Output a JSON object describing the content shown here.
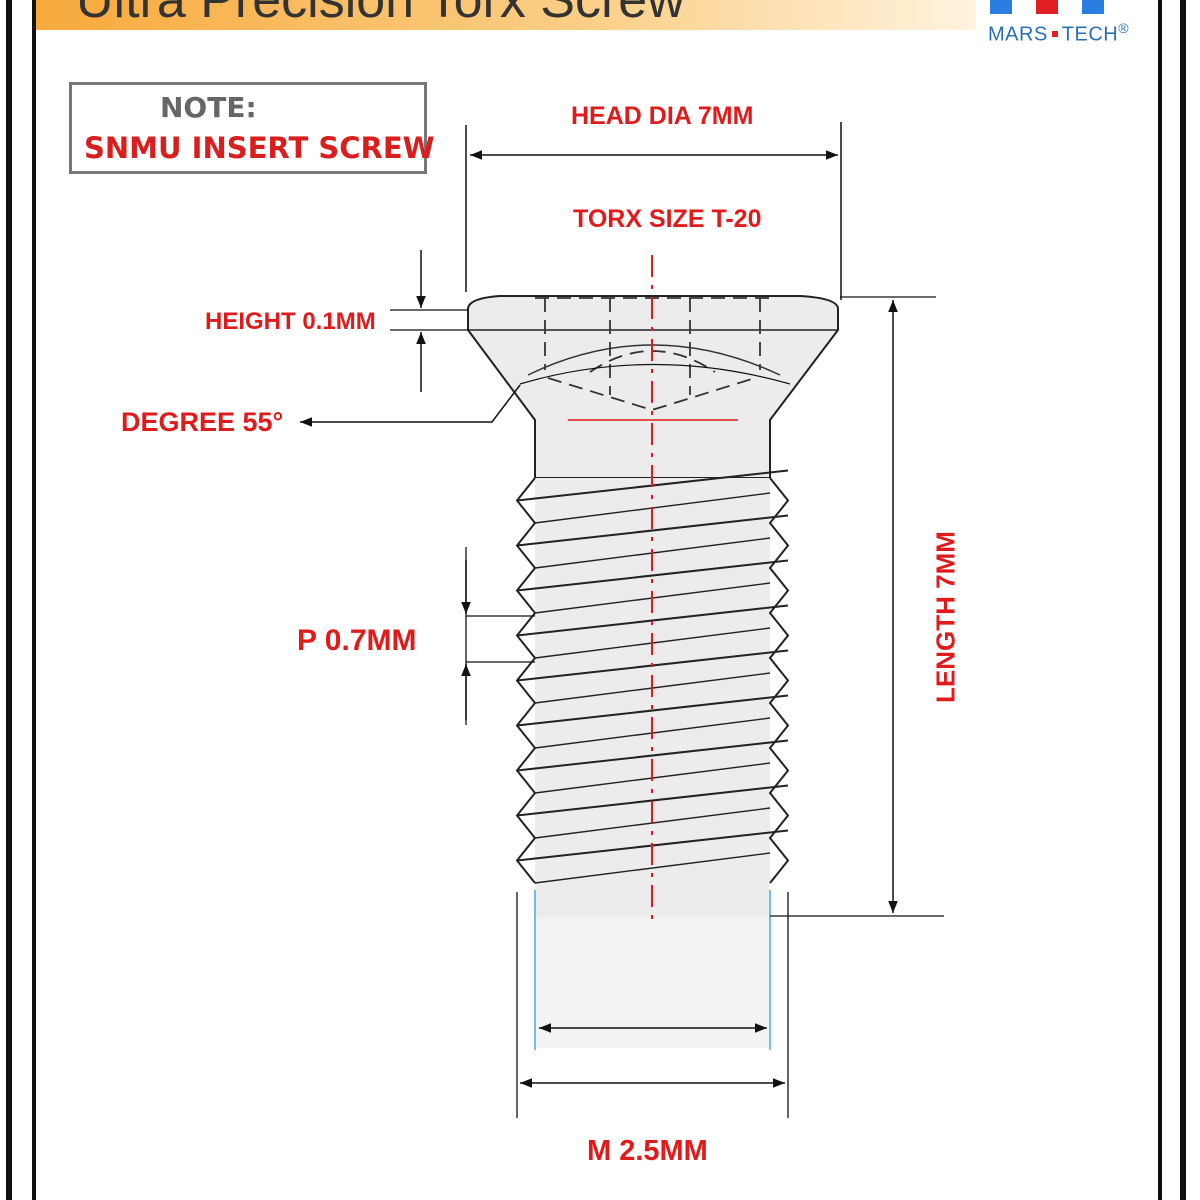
{
  "header": {
    "title": "Ultra Precision Torx Screw",
    "logo_text_left": "MARS",
    "logo_text_right": "TECH",
    "logo_mark": "®",
    "logo_colors": [
      "#2a7de1",
      "#e02020",
      "#2a7de1"
    ]
  },
  "note": {
    "title": "NOTE:",
    "text": "SNMU INSERT SCREW"
  },
  "dimensions": {
    "head_dia": "HEAD DIA 7MM",
    "torx_size": "TORX SIZE T-20",
    "height": "HEIGHT 0.1MM",
    "degree": "DEGREE 55°",
    "pitch": "P 0.7MM",
    "length": "LENGTH 7MM",
    "thread": "M 2.5MM"
  },
  "colors": {
    "label": "#e01b1b",
    "outline": "#222222",
    "screw_fill": "#ececec",
    "centerline": "#e01b1b",
    "guide": "#4aa8e6"
  }
}
